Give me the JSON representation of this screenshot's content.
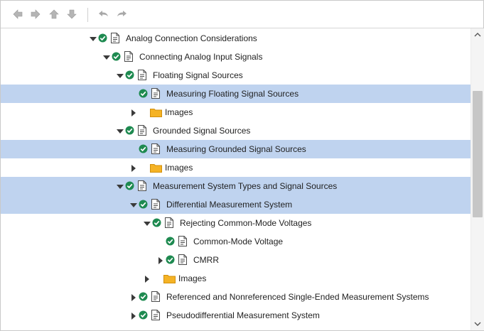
{
  "toolbar": {
    "buttons": [
      {
        "icon": "back-arrow-icon"
      },
      {
        "icon": "forward-arrow-icon"
      },
      {
        "icon": "up-arrow-icon"
      },
      {
        "icon": "down-arrow-icon"
      },
      {
        "icon": "undo-icon"
      },
      {
        "icon": "redo-icon"
      }
    ]
  },
  "colors": {
    "selection": "#bfd3ef",
    "check": "#1e8a50",
    "folder": "#f5b325"
  },
  "tree": {
    "rows": [
      {
        "label": "Analog Connection Considerations",
        "type": "doc",
        "expand": "open",
        "selected": false
      },
      {
        "label": "Connecting Analog Input Signals",
        "type": "doc",
        "expand": "open",
        "selected": false
      },
      {
        "label": "Floating Signal Sources",
        "type": "doc",
        "expand": "open",
        "selected": false
      },
      {
        "label": "Measuring Floating Signal Sources",
        "type": "doc",
        "expand": "none",
        "selected": true
      },
      {
        "label": "Images",
        "type": "folder",
        "expand": "closed",
        "selected": false
      },
      {
        "label": "Grounded Signal Sources",
        "type": "doc",
        "expand": "open",
        "selected": false
      },
      {
        "label": "Measuring Grounded Signal Sources",
        "type": "doc",
        "expand": "none",
        "selected": true
      },
      {
        "label": "Images",
        "type": "folder",
        "expand": "closed",
        "selected": false
      },
      {
        "label": "Measurement System Types and Signal Sources",
        "type": "doc",
        "expand": "open",
        "selected": true
      },
      {
        "label": "Differential Measurement System",
        "type": "doc",
        "expand": "open",
        "selected": true
      },
      {
        "label": "Rejecting Common-Mode Voltages",
        "type": "doc",
        "expand": "open",
        "selected": false
      },
      {
        "label": "Common-Mode Voltage",
        "type": "doc",
        "expand": "none",
        "selected": false
      },
      {
        "label": "CMRR",
        "type": "doc",
        "expand": "closed",
        "selected": false
      },
      {
        "label": "Images",
        "type": "folder",
        "expand": "closed",
        "selected": false
      },
      {
        "label": "Referenced and Nonreferenced Single-Ended Measurement Systems",
        "type": "doc",
        "expand": "closed",
        "selected": false
      },
      {
        "label": "Pseudodifferential Measurement System",
        "type": "doc",
        "expand": "closed",
        "selected": false
      }
    ]
  }
}
